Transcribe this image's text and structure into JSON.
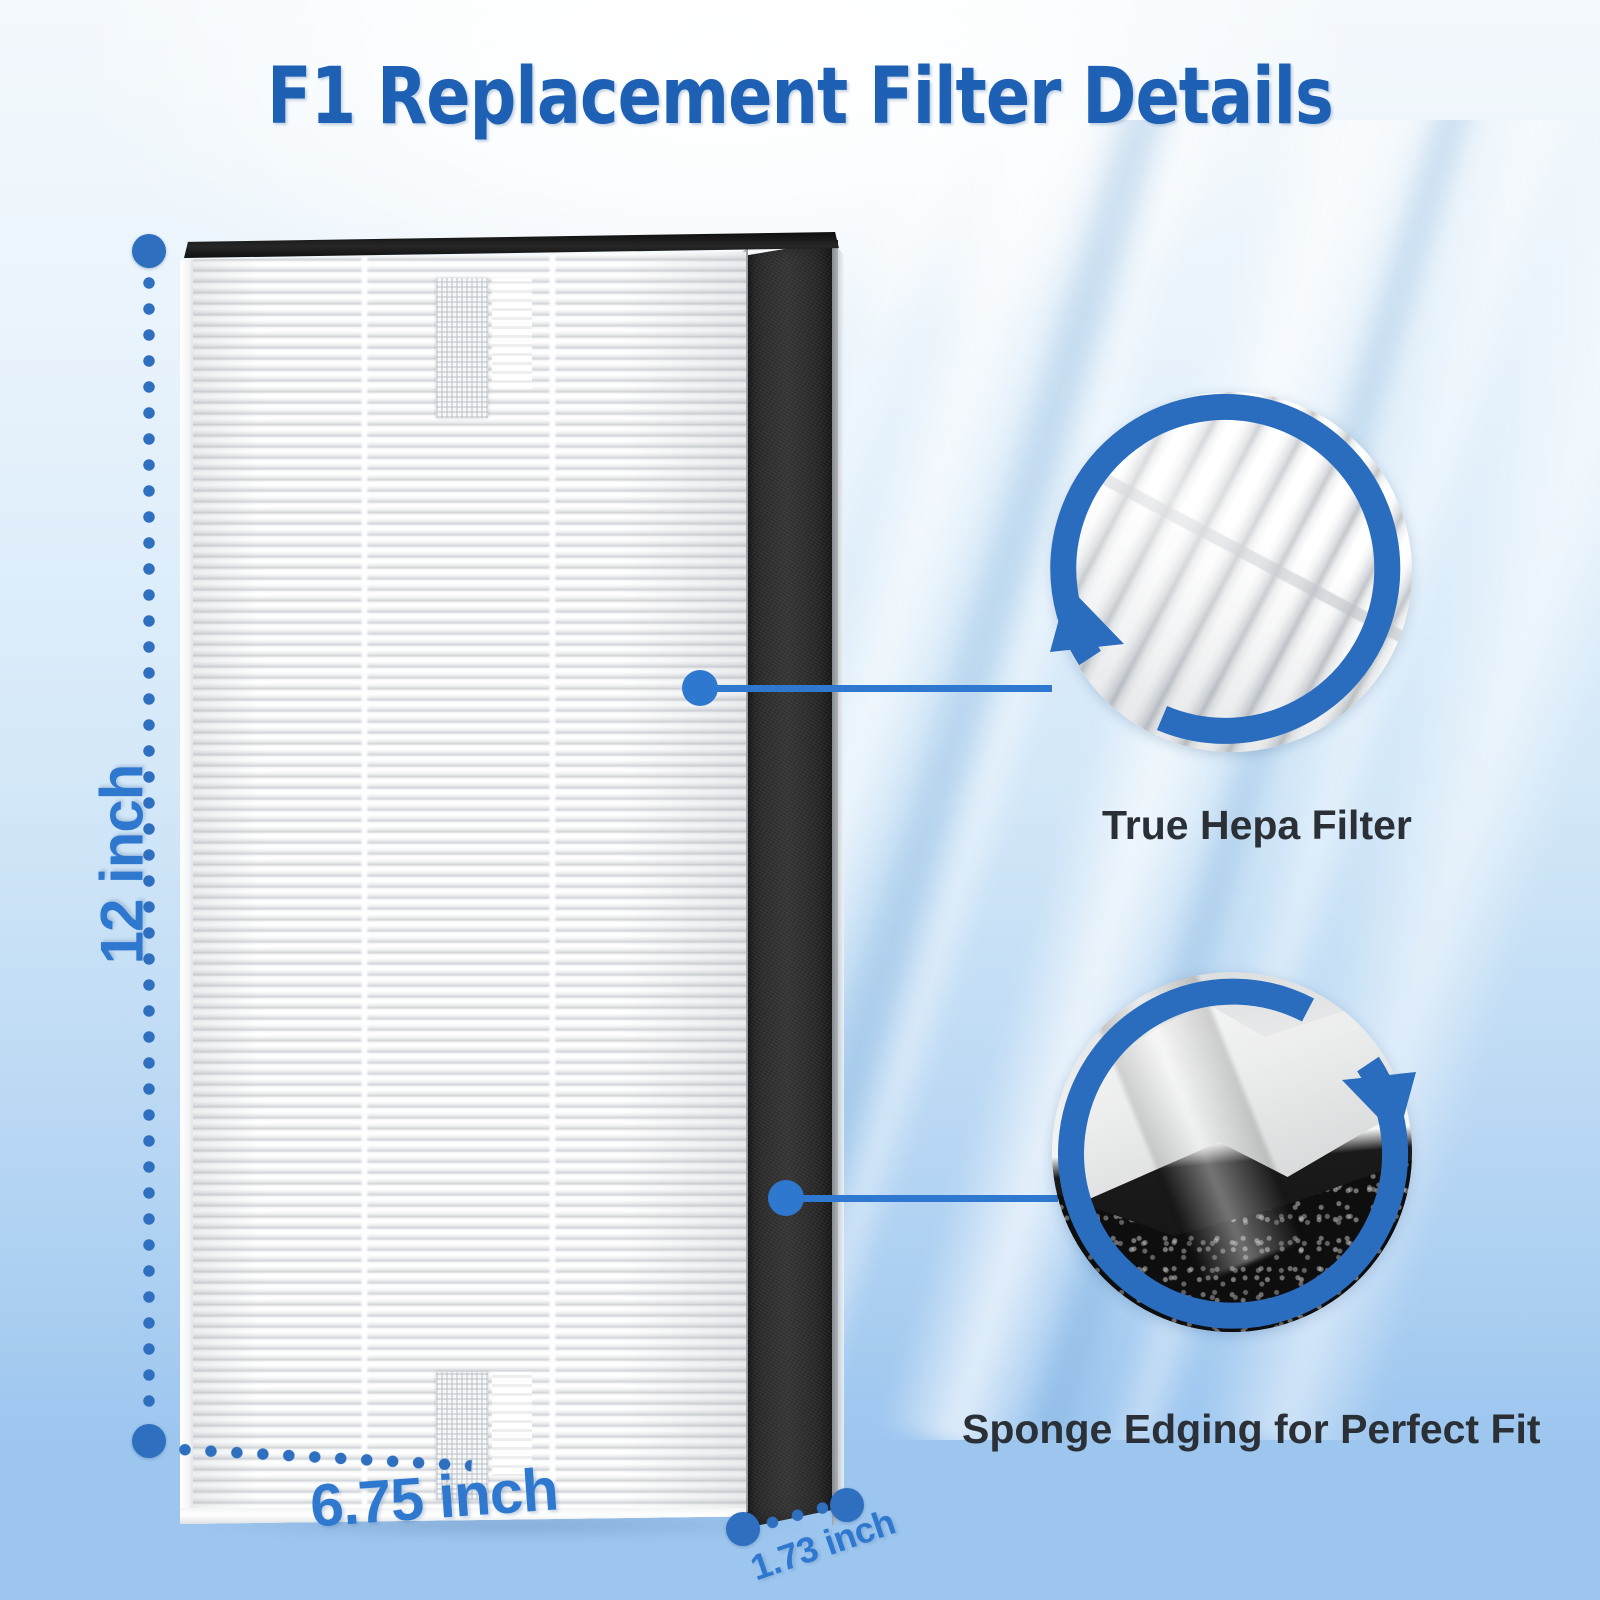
{
  "title": "F1 Replacement Filter Details",
  "theme": {
    "title_blue": "#1d60b4",
    "accent_blue": "#2f78cf",
    "dot_blue": "#2f6fc0",
    "label_dark": "#2b3036",
    "bg_bottom": "#9dc6ef",
    "sponge_black": "#1a1a1a"
  },
  "dimensions": {
    "height": "12 inch",
    "width": "6.75 inch",
    "depth": "1.73 inch"
  },
  "callouts": [
    {
      "label": "True Hepa Filter",
      "icon": "hepa-pleat-macro-photo"
    },
    {
      "label": "Sponge Edging for Perfect Fit",
      "icon": "sponge-edge-macro-photo"
    }
  ],
  "product": {
    "name": "air-purifier-hepa-filter",
    "parts": [
      "pleated-white-hepa-face",
      "black-sponge-edge",
      "fabric-pull-tab"
    ]
  }
}
